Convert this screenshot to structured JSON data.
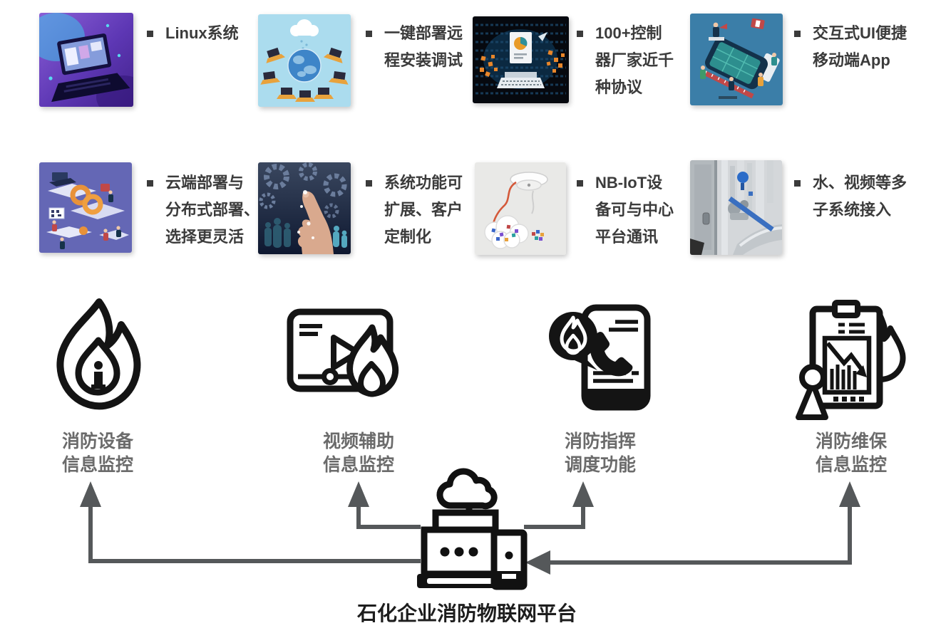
{
  "features": [
    {
      "id": "linux",
      "image": "laptop-purple-illustration",
      "lines": [
        "Linux系统"
      ]
    },
    {
      "id": "one-key-deploy",
      "image": "cloud-network-illustration",
      "lines": [
        "一键部署远",
        "程安装调试"
      ]
    },
    {
      "id": "protocols",
      "image": "binary-laptop-illustration",
      "lines": [
        "100+控制",
        "器厂家近千",
        "种协议"
      ]
    },
    {
      "id": "mobile-app",
      "image": "mobile-app-illustration",
      "lines": [
        "交互式UI便捷",
        "移动端App"
      ]
    },
    {
      "id": "cloud-distributed",
      "image": "cloud-distributed-illustration",
      "lines": [
        "云端部署与",
        "分布式部署、",
        "选择更灵活"
      ]
    },
    {
      "id": "customizable",
      "image": "gears-hand-illustration",
      "lines": [
        "系统功能可",
        "扩展、客户",
        "定制化"
      ]
    },
    {
      "id": "nb-iot",
      "image": "smoke-detector-cloud-illustration",
      "lines": [
        "NB-IoT设",
        "备可与中心",
        "平台通讯"
      ]
    },
    {
      "id": "subsystems",
      "image": "industrial-pipes-photo",
      "lines": [
        "水、视频等多",
        "子系统接入"
      ]
    }
  ],
  "functions": [
    {
      "id": "device-monitoring",
      "icon": "fire-info-icon",
      "lines": [
        "消防设备",
        "信息监控"
      ]
    },
    {
      "id": "video-monitoring",
      "icon": "video-fire-icon",
      "lines": [
        "视频辅助",
        "信息监控"
      ]
    },
    {
      "id": "dispatch",
      "icon": "phone-fire-icon",
      "lines": [
        "消防指挥",
        "调度功能"
      ]
    },
    {
      "id": "maintenance",
      "icon": "clipboard-fire-icon",
      "lines": [
        "消防维保",
        "信息监控"
      ]
    }
  ],
  "platform": {
    "icon": "cloud-server-icon",
    "label": "石化企业消防物联网平台"
  },
  "colors": {
    "feature_text": "#3b3b3b",
    "function_label": "#6b6b6b",
    "platform_label": "#1d1d1d",
    "icon_black": "#141414",
    "arrow_gray": "#55585a",
    "background": "#ffffff"
  }
}
